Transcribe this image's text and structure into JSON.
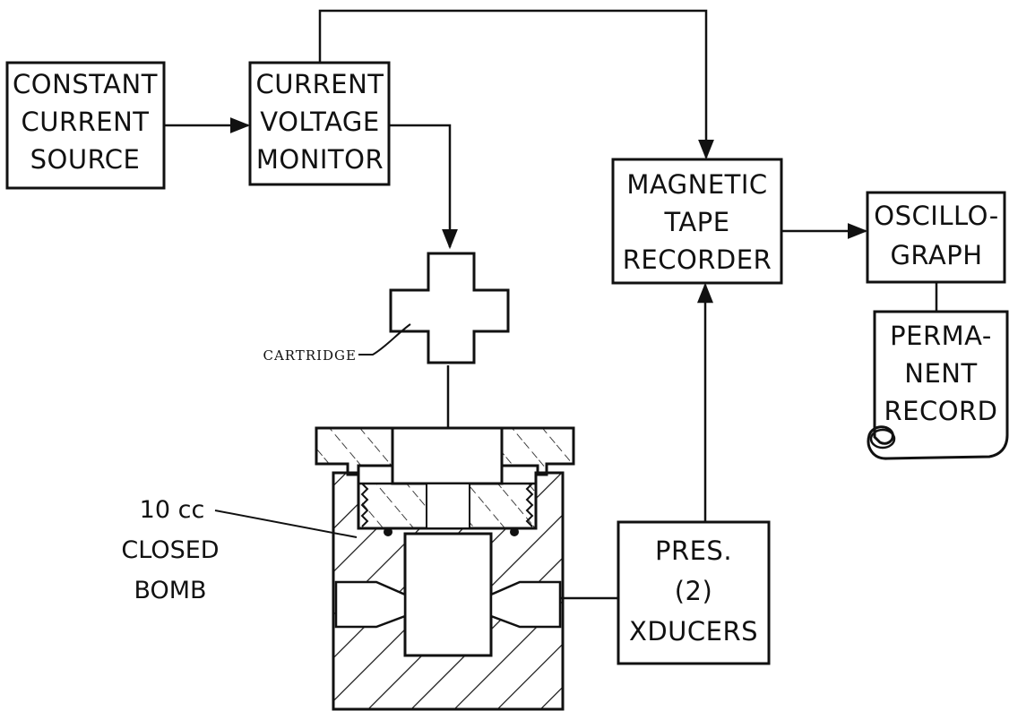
{
  "boxes": {
    "constant_current_source": [
      "CONSTANT",
      "CURRENT",
      "SOURCE"
    ],
    "current_voltage_monitor": [
      "CURRENT",
      "VOLTAGE",
      "MONITOR"
    ],
    "magnetic_tape_recorder": [
      "MAGNETIC",
      "TAPE",
      "RECORDER"
    ],
    "oscillograph": [
      "OSCILLO-",
      "GRAPH"
    ],
    "permanent_record": [
      "PERMA-",
      "NENT",
      "RECORD"
    ],
    "pressure_transducers": [
      "PRES.",
      "(2)",
      "XDUCERS"
    ]
  },
  "labels": {
    "cartridge": "CARTRIDGE",
    "closed_bomb": [
      "10 cc",
      "CLOSED",
      "BOMB"
    ]
  },
  "colors": {
    "ink": "#111111",
    "background": "#ffffff"
  }
}
